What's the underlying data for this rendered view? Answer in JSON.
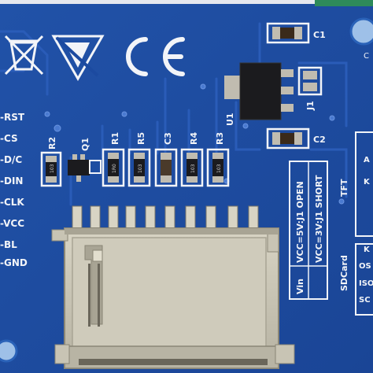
{
  "pins": [
    "-RST",
    "-CS",
    "-D/C",
    "-DIN",
    "-CLK",
    "-VCC",
    "-BL",
    "-GND"
  ],
  "refs": {
    "c1": "C1",
    "c2": "C2",
    "c3": "C3",
    "u1": "U1",
    "j1": "J1",
    "q1": "Q1",
    "r1": "R1",
    "r2": "R2",
    "r3": "R3",
    "r4": "R4",
    "r5": "R5"
  },
  "jumper_note": {
    "line1": "VCC=5V:J1 OPEN",
    "line2": "VCC=3V:J1 SHORT",
    "vin": "Vin"
  },
  "side_labels": {
    "tft": "TFT",
    "sdcard": "SDCard"
  },
  "resistor_codes": {
    "r2": "103",
    "r1": "1R0",
    "r5": "103",
    "r4": "103",
    "r3": "103"
  },
  "colors": {
    "board": "#1c4aa0",
    "board_dark": "#173f8a",
    "silkscreen": "#f2f4f8",
    "metal": "#c8c4b4",
    "gold": "#d8b860"
  }
}
